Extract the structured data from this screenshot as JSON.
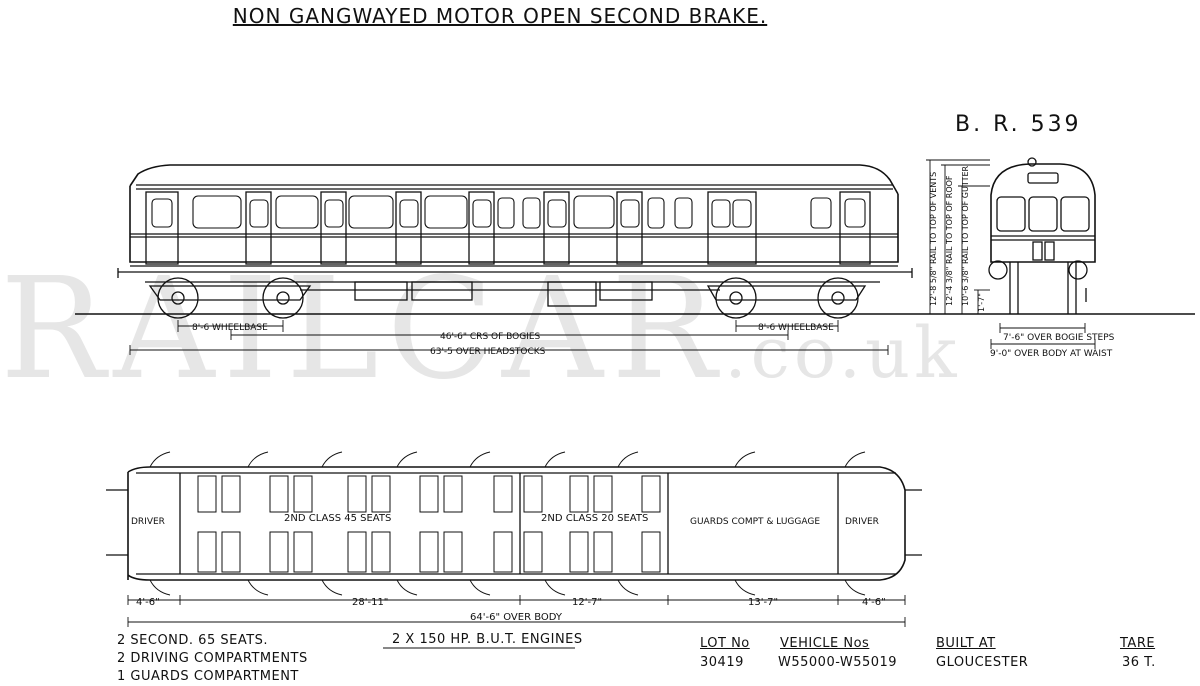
{
  "title": "NON GANGWAYED MOTOR OPEN SECOND BRAKE.",
  "diagram_ref": "B. R. 539",
  "watermark": {
    "main": "RAILCAR",
    "tld": ".co.uk"
  },
  "side_elevation": {
    "wheelbase_left": "8'-6 WHEELBASE",
    "crs_bogies": "46'-6\" CRS OF BOGIES",
    "over_headstocks": "63'-5 OVER HEADSTOCKS",
    "wheelbase_right": "8'-6 WHEELBASE"
  },
  "end_elevation": {
    "rail_top_vents": "12'-8 5/8\" RAIL TO TOP OF VENTS",
    "rail_top_roof": "12'-4 3/8\" RAIL TO TOP OF ROOF",
    "rail_top_gutter": "10'-6 3/8\" RAIL TO TOP OF GUTTER",
    "step_height": "1'-7\"",
    "over_bogie_steps": "7'-6\" OVER BOGIE STEPS",
    "over_body_waist": "9'-0\" OVER BODY AT WAIST"
  },
  "plan": {
    "driver_left": "DRIVER",
    "second_class_45": "2ND CLASS 45 SEATS",
    "second_class_20": "2ND CLASS 20 SEATS",
    "guards_compt": "GUARDS COMPT & LUGGAGE",
    "driver_right": "DRIVER",
    "dims": {
      "cab_left": "4'-6\"",
      "saloon_45": "28'-11\"",
      "saloon_20": "12'-7\"",
      "guards": "13'-7\"",
      "cab_right": "4'-6\"",
      "over_body": "64'-6\" OVER BODY"
    }
  },
  "footer": {
    "summary_lines": [
      "2 SECOND. 65 SEATS.",
      "2 DRIVING COMPARTMENTS",
      "1 GUARDS COMPARTMENT"
    ],
    "engines": "2 X 150 HP. B.U.T. ENGINES",
    "lot_label": "LOT No",
    "lot_value": "30419",
    "vehicle_label": "VEHICLE Nos",
    "vehicle_value": "W55000-W55019",
    "built_label": "BUILT AT",
    "built_value": "GLOUCESTER",
    "tare_label": "TARE",
    "tare_value": "36 T."
  }
}
